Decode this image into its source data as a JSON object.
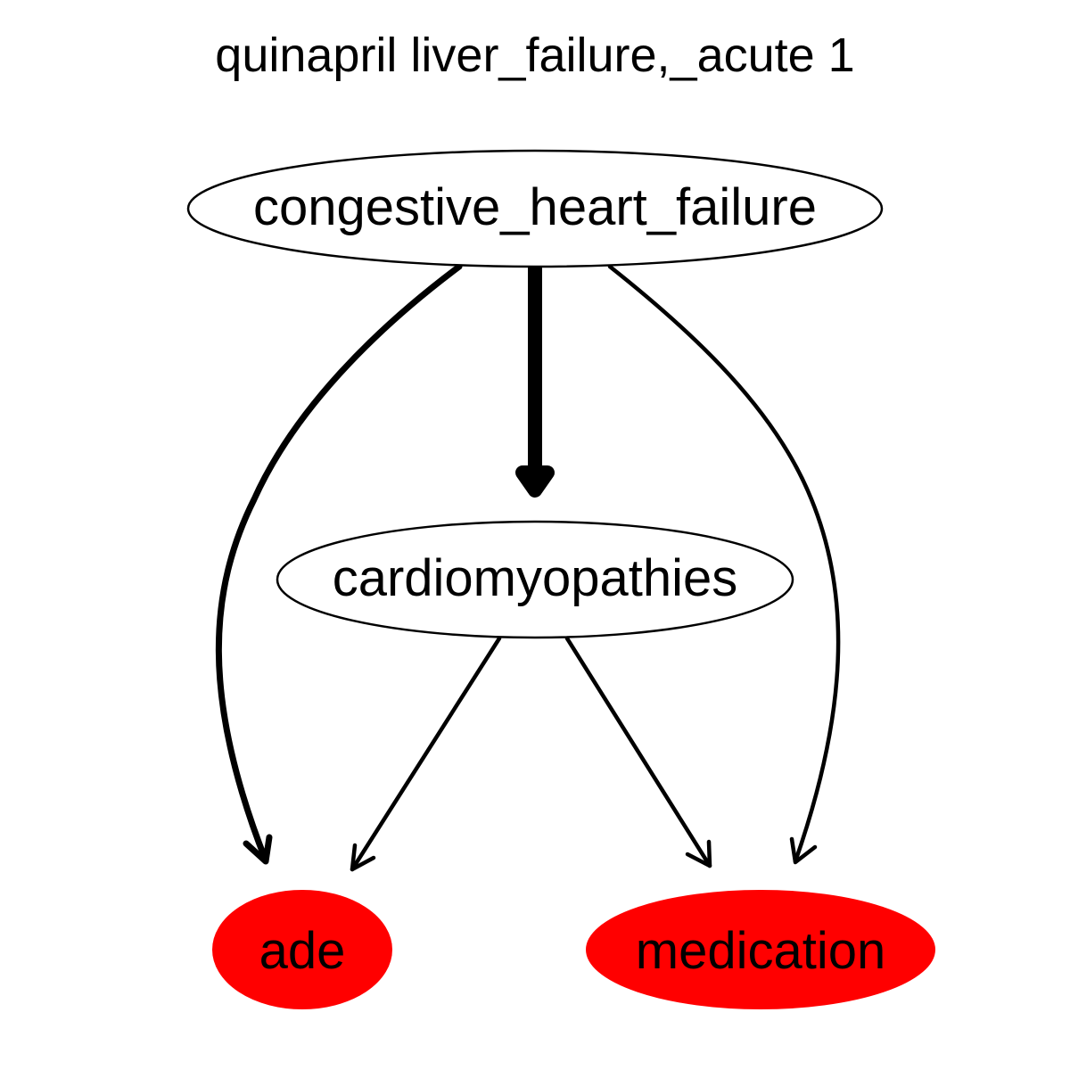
{
  "title": "quinapril liver_failure,_acute 1",
  "colors": {
    "background": "#ffffff",
    "highlight_fill": "#ff0000",
    "plain_fill": "#ffffff",
    "outline": "#000000"
  },
  "nodes": {
    "congestive_heart_failure": {
      "label": "congestive_heart_failure",
      "highlighted": false
    },
    "cardiomyopathies": {
      "label": "cardiomyopathies",
      "highlighted": false
    },
    "ade": {
      "label": "ade",
      "highlighted": true
    },
    "medication": {
      "label": "medication",
      "highlighted": true
    }
  },
  "edges": [
    {
      "from": "congestive_heart_failure",
      "to": "cardiomyopathies",
      "weight": "heavy"
    },
    {
      "from": "congestive_heart_failure",
      "to": "ade",
      "weight": "medium"
    },
    {
      "from": "congestive_heart_failure",
      "to": "medication",
      "weight": "light"
    },
    {
      "from": "cardiomyopathies",
      "to": "ade",
      "weight": "light"
    },
    {
      "from": "cardiomyopathies",
      "to": "medication",
      "weight": "light"
    }
  ]
}
